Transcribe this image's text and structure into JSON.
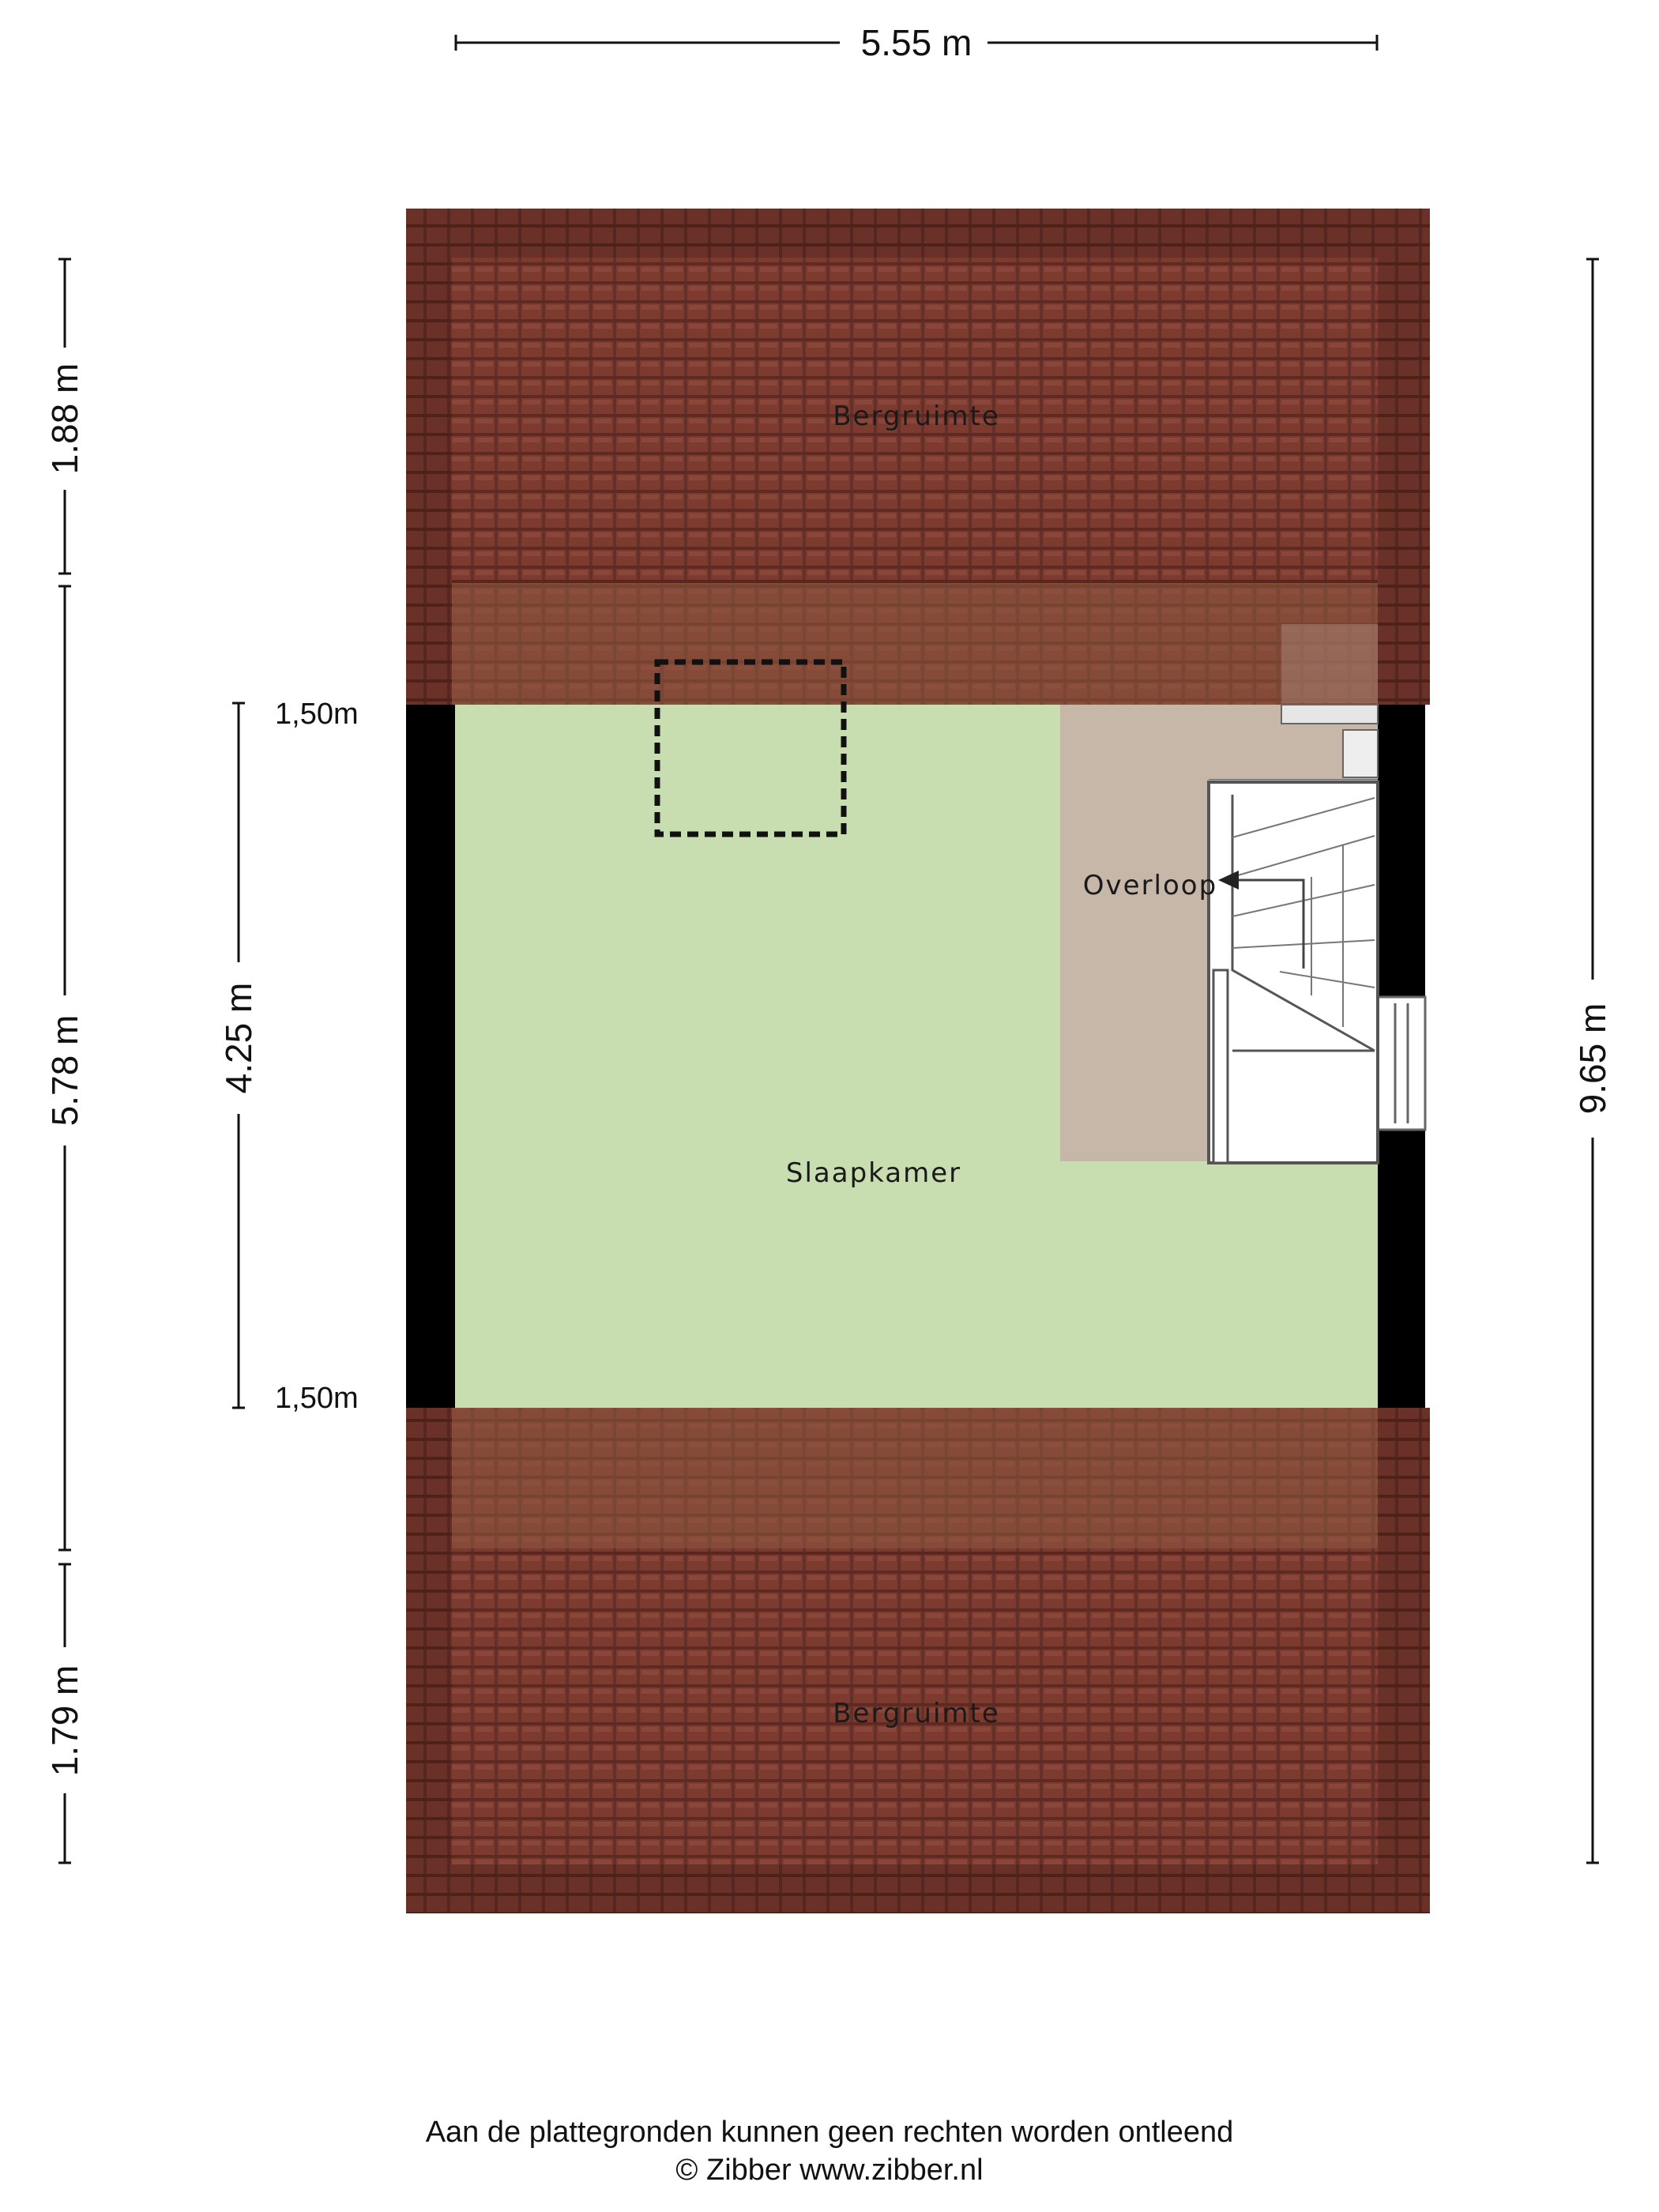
{
  "dimensions": {
    "top_width": "5.55 m",
    "left_top": "1.88 m",
    "left_middle": "5.78 m",
    "left_bottom": "1.79 m",
    "inner_height": "4.25 m",
    "inner_top_mark": "1,50m",
    "inner_bottom_mark": "1,50m",
    "right_total": "9.65 m"
  },
  "rooms": {
    "storage_top": "Bergruimte",
    "bedroom": "Slaapkamer",
    "landing": "Overloop",
    "storage_bottom": "Bergruimte"
  },
  "footer": {
    "disclaimer": "Aan de plattegronden kunnen geen rechten worden ontleend",
    "copyright": "© Zibber www.zibber.nl"
  },
  "colors": {
    "roof": "#7d3b30",
    "bedroom": "#c8deb0",
    "landing": "#c6b7a8",
    "wall": "#000000"
  }
}
